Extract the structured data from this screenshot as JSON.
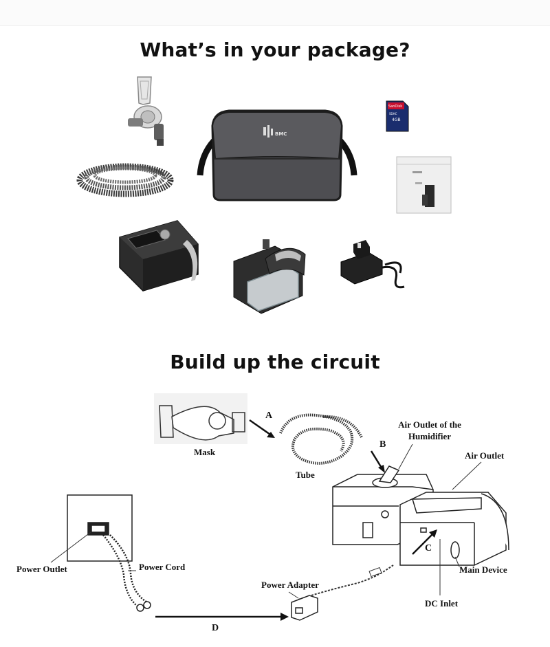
{
  "package": {
    "title": "What’s in your package?",
    "bag_logo": "BMC",
    "sd_card": {
      "brand": "SanDisk",
      "capacity": "4GB",
      "class": "SDHC"
    }
  },
  "circuit": {
    "title": "Build up the circuit",
    "labels": {
      "mask": "Mask",
      "tube": "Tube",
      "humidifier_outlet_line1": "Air Outlet of the",
      "humidifier_outlet_line2": "Humidifier",
      "air_outlet": "Air Outlet",
      "power_outlet": "Power Outlet",
      "power_cord": "Power Cord",
      "power_adapter": "Power Adapter",
      "main_device": "Main Device",
      "dc_inlet": "DC Inlet"
    },
    "step_letters": {
      "a": "A",
      "b": "B",
      "c": "C",
      "d": "D"
    }
  }
}
